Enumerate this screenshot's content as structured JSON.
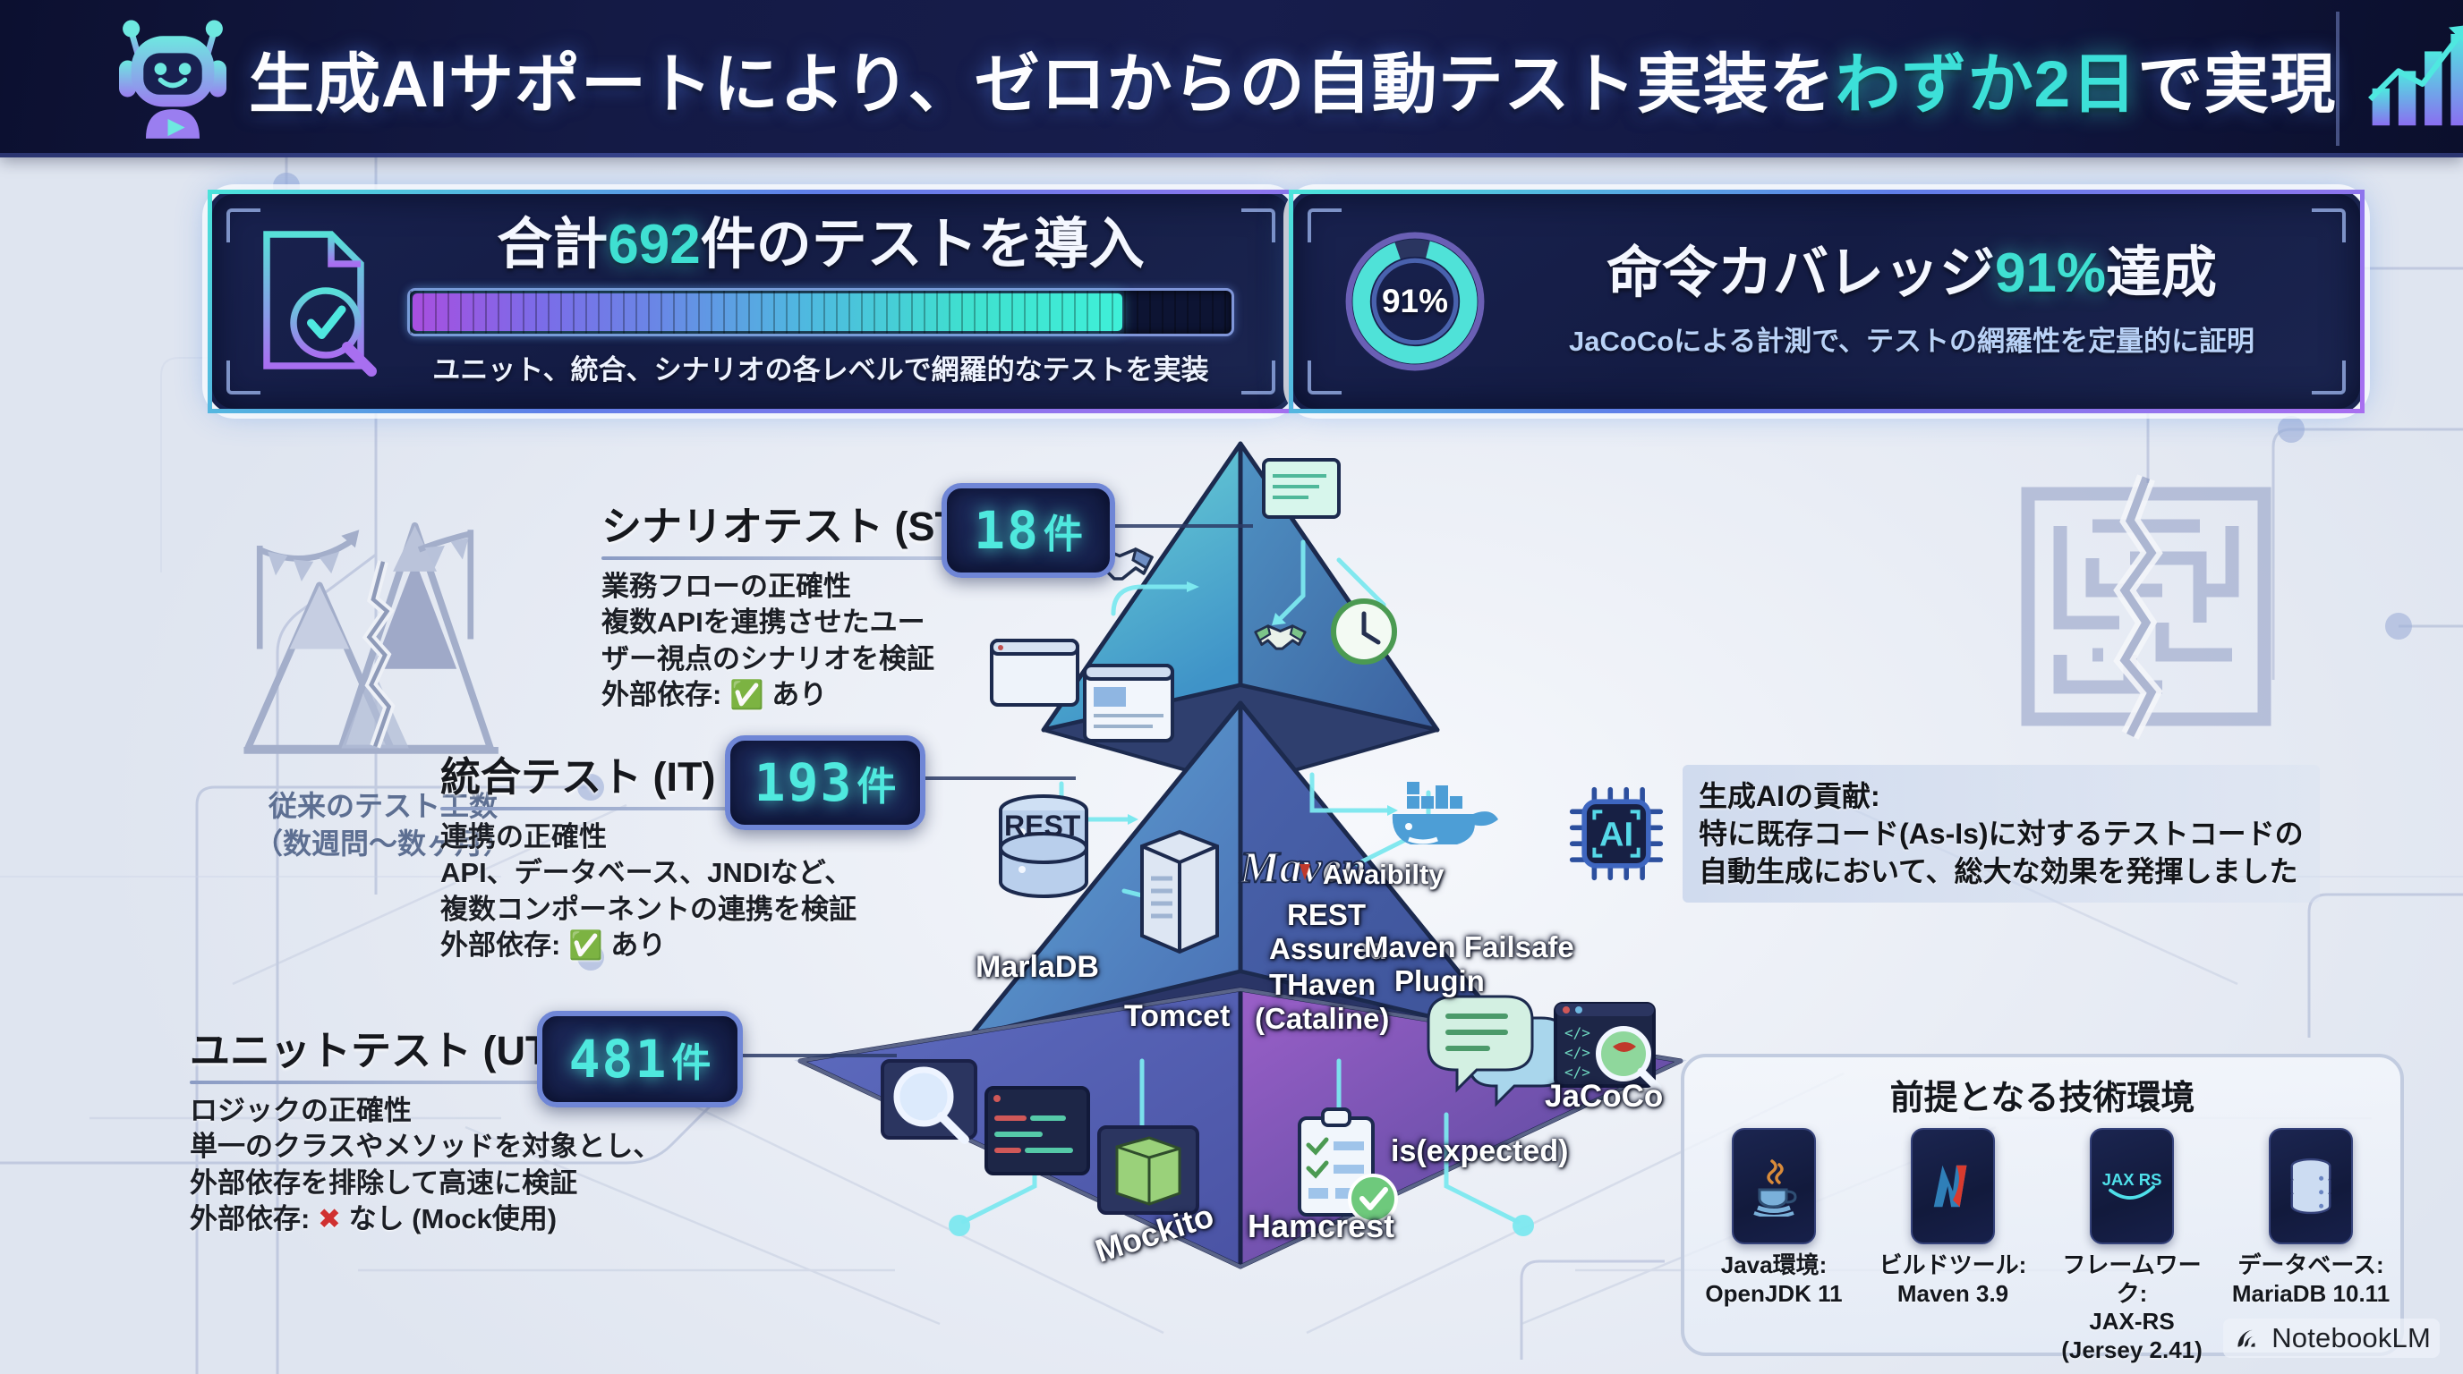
{
  "header": {
    "title_pre": "生成AIサポートにより、ゼロからの自動テスト実装を",
    "title_accent": "わずか2日",
    "title_post": "で実現",
    "robot_icon": "robot-assistant-icon",
    "chart_icon": "growth-chart-icon"
  },
  "stat_cards": {
    "tests": {
      "icon": "document-magnifier-check-icon",
      "title_pre": "合計",
      "title_num": "692",
      "title_post": "件のテストを導入",
      "progress_percent": 87,
      "subtitle": "ユニット、統合、シナリオの各レベルで網羅的なテストを実装"
    },
    "coverage": {
      "icon": "donut-gauge-icon",
      "gauge_value": "91%",
      "gauge_percent": 91,
      "title_pre": "命令カバレッジ",
      "title_num": "91%",
      "title_post": "達成",
      "subtitle": "JaCoCoによる計測で、テストの網羅性を定量的に証明"
    }
  },
  "legacy": {
    "icon": "broken-mountain-icon",
    "caption_line1": "従来のテスト工数",
    "caption_line2": "（数週問〜数ヶ月）"
  },
  "maze_icon": "cracked-maze-icon",
  "layers": [
    {
      "id": "st",
      "heading": "シナリオテスト (ST)",
      "count": "18",
      "count_unit": "件",
      "body_lines": [
        "業務フローの正確性",
        "複数APIを連携させたユー",
        "ザー視点のシナリオを検証"
      ],
      "dependency_label": "外部依存:",
      "dependency_mark": "✅",
      "dependency_value": "あり",
      "dependency_kind": "ok"
    },
    {
      "id": "it",
      "heading": "統合テスト (IT)",
      "count": "193",
      "count_unit": "件",
      "body_lines": [
        "連携の正確性",
        "API、データベース、JNDIなど、",
        "複数コンポーネントの連携を検証"
      ],
      "dependency_label": "外部依存:",
      "dependency_mark": "✅",
      "dependency_value": "あり",
      "dependency_kind": "ok"
    },
    {
      "id": "ut",
      "heading": "ユニットテスト (UT)",
      "count": "481",
      "count_unit": "件",
      "body_lines": [
        "ロジックの正確性",
        "単一のクラスやメソッドを対象とし、",
        "外部依存を排除して高速に検証"
      ],
      "dependency_label": "外部依存:",
      "dependency_mark": "✖",
      "dependency_value": "なし (Mock使用)",
      "dependency_kind": "no"
    }
  ],
  "pyramid": {
    "top_labels": [
      "REST",
      "REST",
      "Assured",
      "Awaibilty"
    ],
    "mid_labels": [
      "MarlaDB",
      "Tomcet",
      "Maven",
      "THaven",
      "(Cataline)",
      "Maven Failsafe",
      "Plugin"
    ],
    "bottom_labels": [
      "Mockito",
      "Hamcrest",
      "is(expected)",
      "JaCoCo"
    ],
    "icons": [
      "handshake-icon",
      "browser-window-icon",
      "document-icon",
      "clock-icon",
      "green-handshake-icon",
      "database-cylinder-icon",
      "server-rack-icon",
      "docker-whale-icon",
      "magnifier-icon",
      "code-editor-icon",
      "green-box-icon",
      "clipboard-check-icon",
      "speech-bubbles-icon",
      "code-coverage-icon"
    ]
  },
  "ai_note": {
    "icon": "ai-chip-icon",
    "line1": "生成AIの貢献:",
    "line2": "特に既存コード(As-Is)に対するテストコードの",
    "line3": "自動生成において、総大な効果を発揮しました"
  },
  "tech_env": {
    "title": "前提となる技術環境",
    "items": [
      {
        "icon": "java-coffee-icon",
        "label_line1": "Java環境:",
        "label_line2": "OpenJDK 11",
        "label_line3": ""
      },
      {
        "icon": "maven-m-icon",
        "label_line1": "ビルドツール:",
        "label_line2": "Maven 3.9",
        "label_line3": ""
      },
      {
        "icon": "jaxrs-icon",
        "label_line1": "フレームワーク:",
        "label_line2": "JAX-RS",
        "label_line3": "(Jersey 2.41)"
      },
      {
        "icon": "database-icon",
        "label_line1": "データベース:",
        "label_line2": "MariaDB 10.11",
        "label_line3": ""
      }
    ]
  },
  "watermark": {
    "icon": "notebooklm-icon",
    "text": "NotebookLM"
  },
  "colors": {
    "header_bg": "#131a45",
    "accent_cyan": "#3ce0d8",
    "accent_purple": "#a86ff0",
    "card_bg": "#19224f",
    "page_bg": "#eef1f7",
    "pyramid_top": "#4ec8cf",
    "pyramid_mid": "#5b86c8",
    "pyramid_bottom": "#6a5fb0",
    "ok_green": "#2ca94b",
    "no_red": "#d03030"
  }
}
